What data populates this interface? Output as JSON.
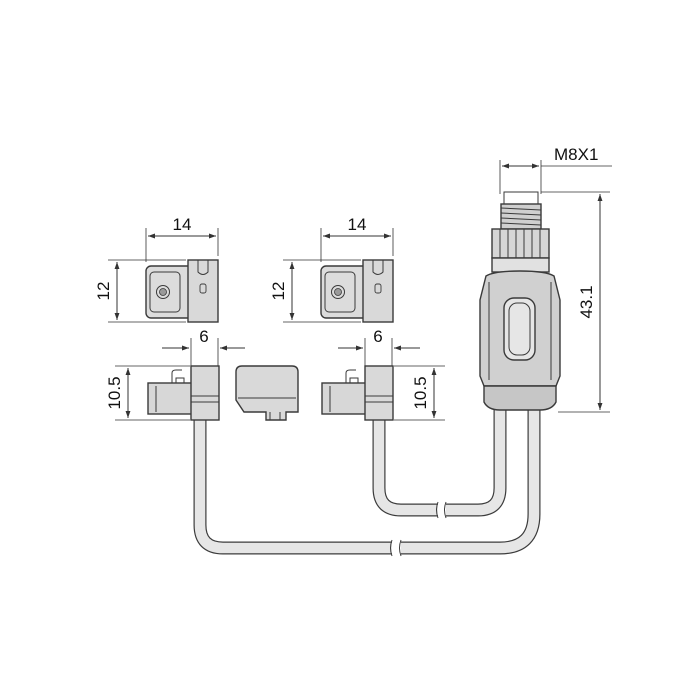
{
  "dimensions": {
    "width_left": "14",
    "width_right": "14",
    "height_left": "12",
    "height_right": "12",
    "thickness_left": "6",
    "thickness_right": "6",
    "side_height_left": "10.5",
    "side_height_right": "10.5",
    "thread": "M8X1",
    "overall_length": "43.1"
  },
  "colors": {
    "body_fill": "#d9d9d9",
    "body_dark": "#bdbdbd",
    "cable_fill": "#e6e6e6",
    "outline": "#3a3a3a"
  }
}
